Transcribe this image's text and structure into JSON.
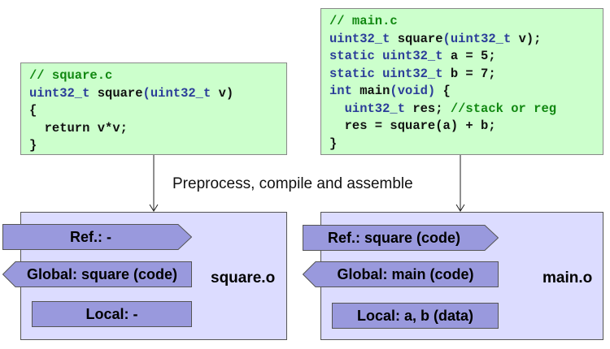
{
  "square_c": {
    "lines": [
      [
        {
          "t": "// square.c",
          "c": "cm"
        }
      ],
      [
        {
          "t": "uint32_t",
          "c": "kw"
        },
        {
          "t": " square",
          "c": "tx"
        },
        {
          "t": "(",
          "c": "kw"
        },
        {
          "t": "uint32_t",
          "c": "kw"
        },
        {
          "t": " v)",
          "c": "tx"
        }
      ],
      [
        {
          "t": "{",
          "c": "tx"
        }
      ],
      [
        {
          "t": "  return v*v;",
          "c": "tx"
        }
      ],
      [
        {
          "t": "}",
          "c": "tx"
        }
      ]
    ]
  },
  "main_c": {
    "lines": [
      [
        {
          "t": "// main.c",
          "c": "cm"
        }
      ],
      [
        {
          "t": "uint32_t",
          "c": "kw"
        },
        {
          "t": " square",
          "c": "tx"
        },
        {
          "t": "(",
          "c": "kw"
        },
        {
          "t": "uint32_t",
          "c": "kw"
        },
        {
          "t": " v);",
          "c": "tx"
        }
      ],
      [
        {
          "t": "static uint32_t",
          "c": "kw"
        },
        {
          "t": " a = 5;",
          "c": "tx"
        }
      ],
      [
        {
          "t": "static uint32_t",
          "c": "kw"
        },
        {
          "t": " b = 7;",
          "c": "tx"
        }
      ],
      [
        {
          "t": "int",
          "c": "kw"
        },
        {
          "t": " main",
          "c": "tx"
        },
        {
          "t": "(void)",
          "c": "kw"
        },
        {
          "t": " {",
          "c": "tx"
        }
      ],
      [
        {
          "t": "  uint32_t",
          "c": "kw"
        },
        {
          "t": " res; ",
          "c": "tx"
        },
        {
          "t": "//stack or reg",
          "c": "cm"
        }
      ],
      [
        {
          "t": "  res = square(a) + b;",
          "c": "tx"
        }
      ],
      [
        {
          "t": "}",
          "c": "tx"
        }
      ]
    ]
  },
  "caption": "Preprocess, compile and assemble",
  "square_o": {
    "name": "square.o",
    "ref": "Ref.: -",
    "global": "Global: square (code)",
    "local": "Local: -"
  },
  "main_o": {
    "name": "main.o",
    "ref": "Ref.: square (code)",
    "global": "Global: main (code)",
    "local": "Local: a, b (data)"
  },
  "colors": {
    "code_bg": "#ccffcc",
    "object_bg": "#dcdcff",
    "tag_fill": "#9999dd",
    "keyword": "#2b3d99",
    "comment": "#118811"
  }
}
